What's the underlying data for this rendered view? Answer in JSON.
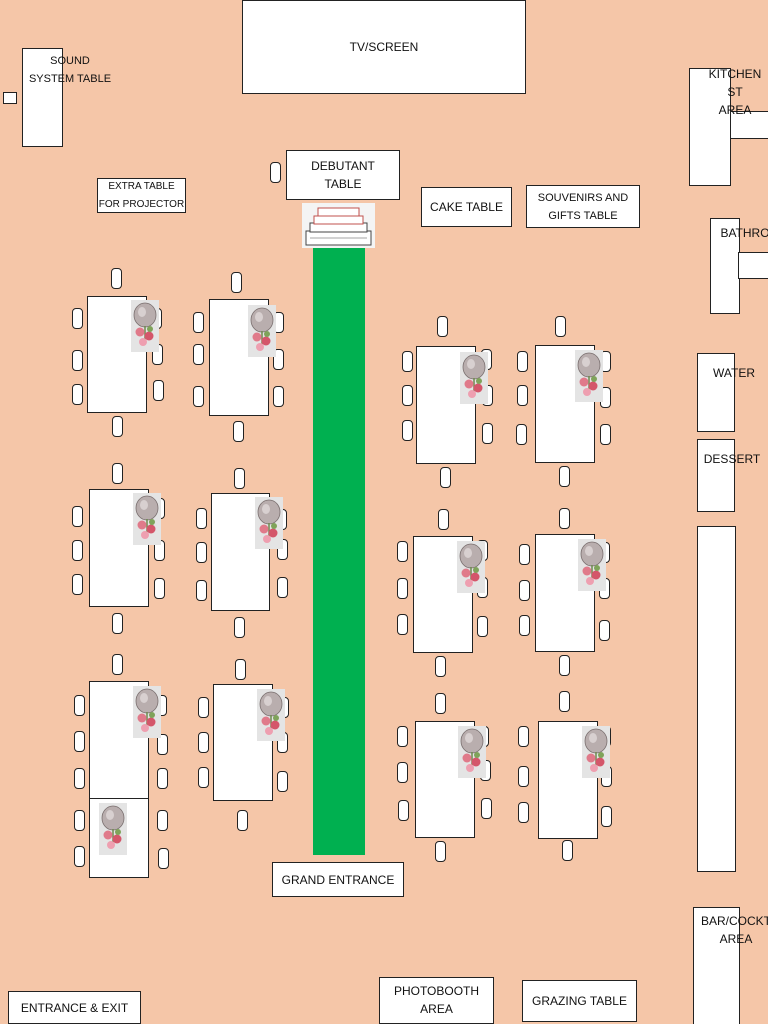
{
  "labels": {
    "tv_screen": "TV/SCREEN",
    "sound_system": "SOUND\nSYSTEM TABLE",
    "extra_table": "EXTRA TABLE\nFOR PROJECTOR",
    "debutant_table": "DEBUTANT\nTABLE",
    "cake_table": "CAKE TABLE",
    "souvenirs": "SOUVENIRS AND\nGIFTS TABLE",
    "kitchen": "KITCHEN ST\nAREA",
    "bathroom": "BATHRO",
    "water": "WATER",
    "dessert": "DESSERT",
    "bar": "BAR/COCKT\nAREA",
    "grand_entrance": "GRAND ENTRANCE",
    "entrance_exit": "ENTRANCE & EXIT",
    "photobooth": "PHOTOBOOTH\nAREA",
    "grazing": "GRAZING TABLE"
  },
  "colors": {
    "background": "#f5c6a8",
    "aisle": "#00b050",
    "furniture": "#ffffff",
    "outline": "#222222"
  },
  "guest_table_count": 12,
  "icons": [
    "chair-icon",
    "floral-centerpiece-icon",
    "cake-stage-icon"
  ]
}
